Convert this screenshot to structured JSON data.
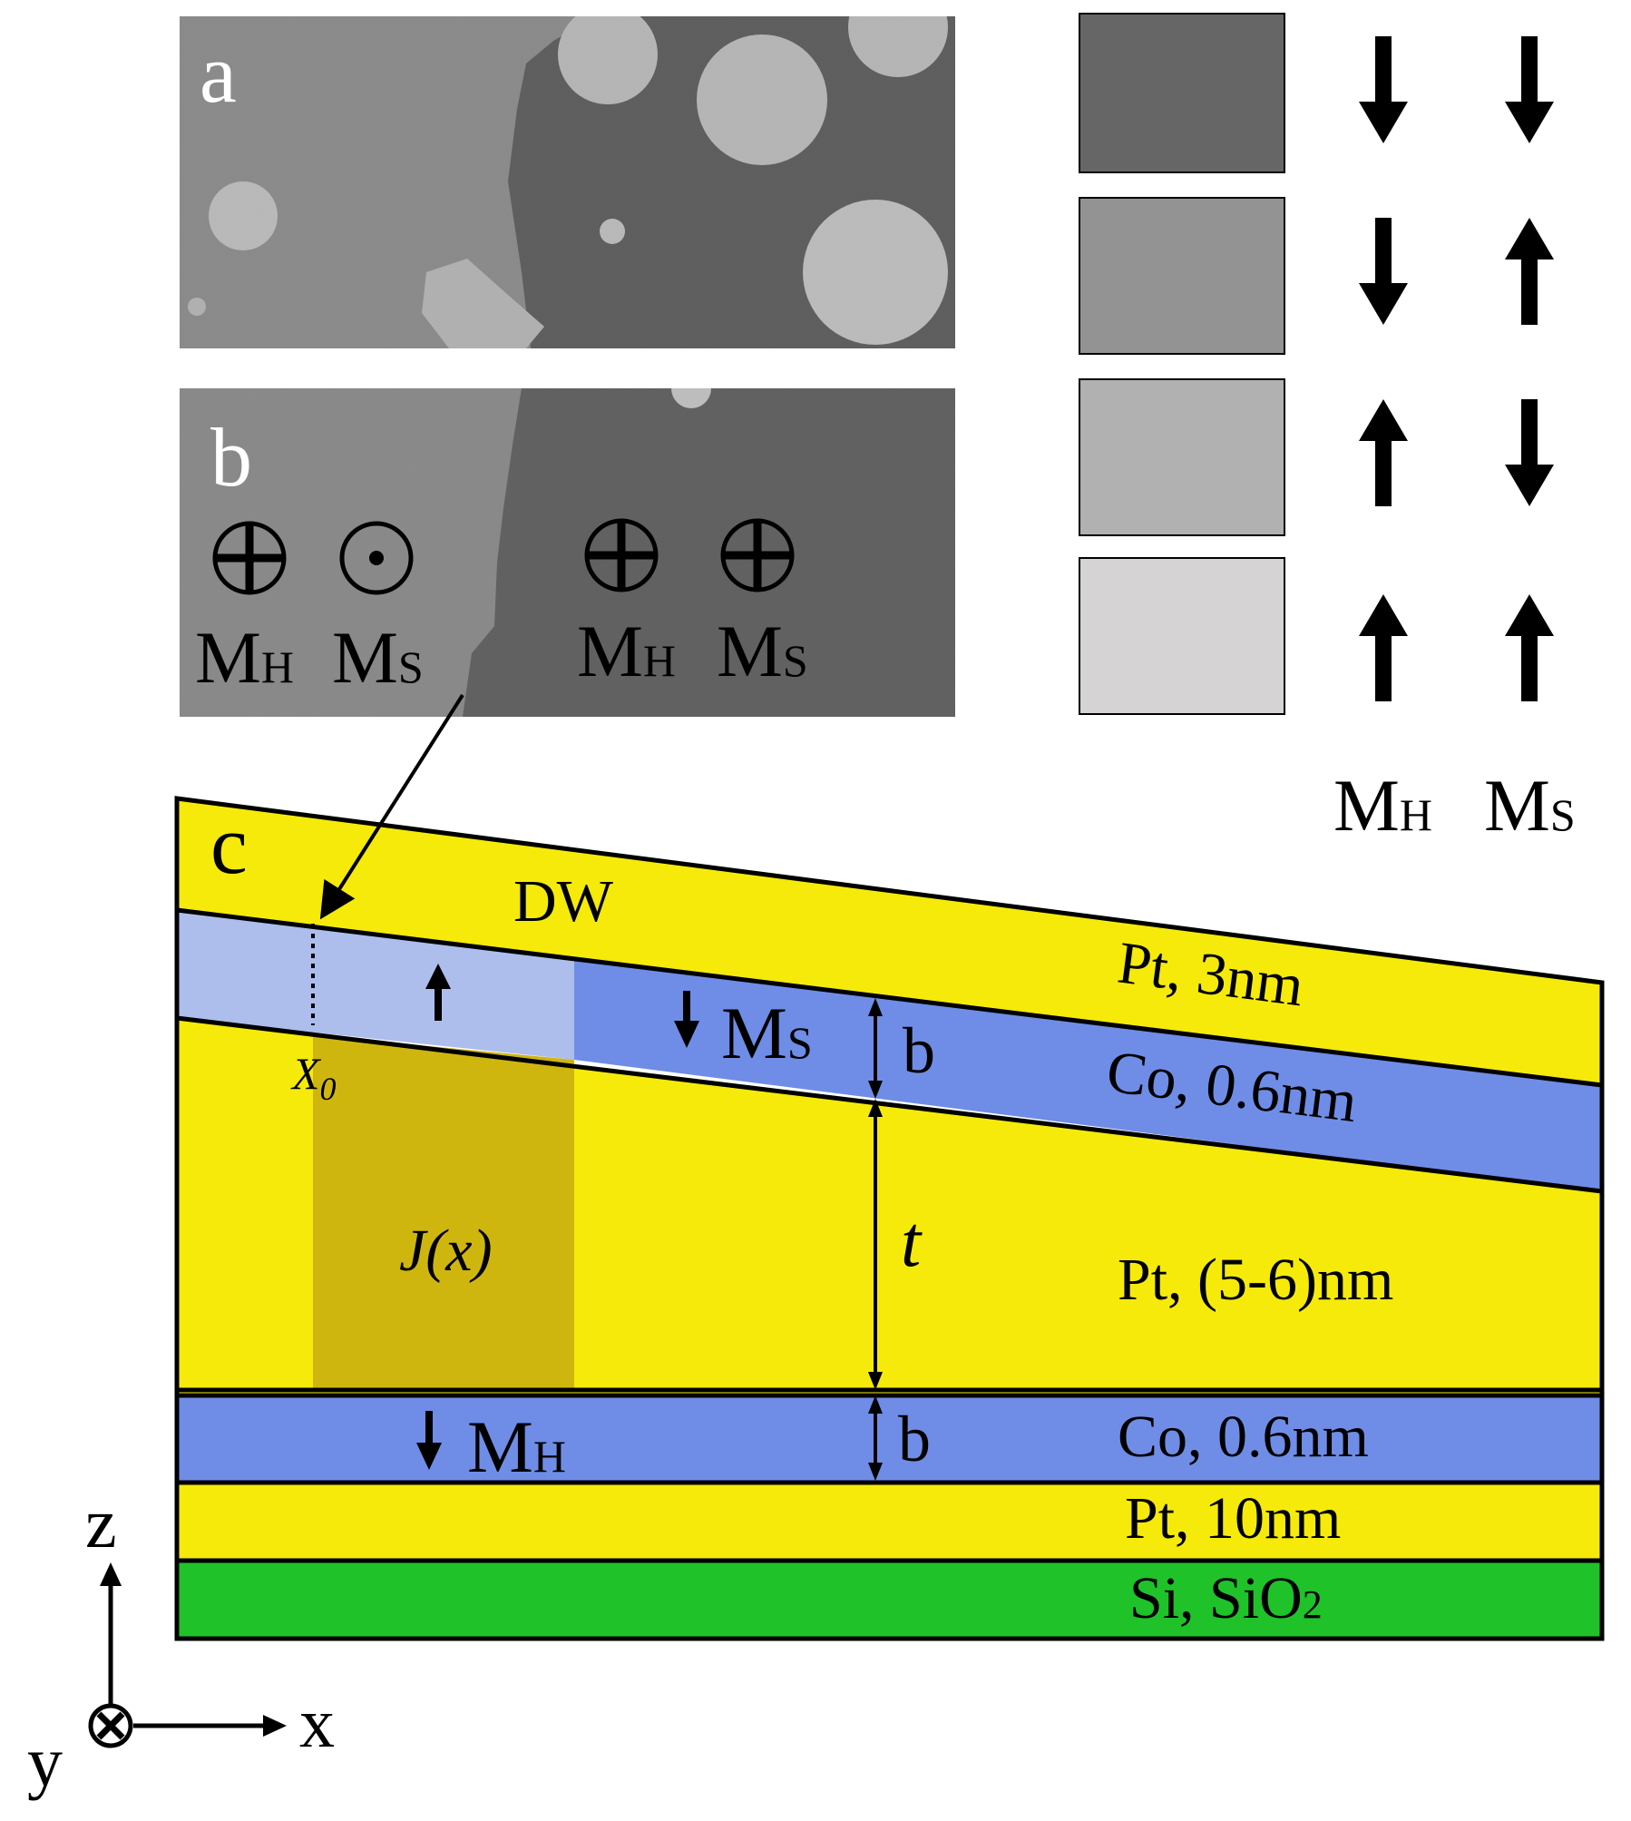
{
  "panels": {
    "a": {
      "label": "a"
    },
    "b": {
      "label": "b",
      "left_pair": {
        "mh_symbol": "cross-in-circle",
        "ms_symbol": "dot-in-circle"
      },
      "right_pair": {
        "mh_symbol": "cross-in-circle",
        "ms_symbol": "cross-in-circle"
      },
      "m_letter": "M",
      "h_sub": "H",
      "s_sub": "S"
    },
    "c": {
      "label": "c"
    }
  },
  "legend": {
    "rows": [
      {
        "shade": "#666666",
        "mh": "down",
        "ms": "down"
      },
      {
        "shade": "#939393",
        "mh": "down",
        "ms": "up"
      },
      {
        "shade": "#b1b1b1",
        "mh": "up",
        "ms": "down"
      },
      {
        "shade": "#d5d3d3",
        "mh": "up",
        "ms": "up"
      }
    ],
    "footer": {
      "m": "M",
      "h_sub": "H",
      "s_sub": "S"
    }
  },
  "stack": {
    "dw_label": "DW",
    "x0_main": "X",
    "x0_sub": "0",
    "j_label": "J(x)",
    "t_label": "t",
    "b_label": "b",
    "ms_m": "M",
    "ms_sub": "S",
    "mh_m": "M",
    "mh_sub": "H",
    "layers": [
      {
        "text": "Pt, 3nm"
      },
      {
        "text": "Co, 0.6nm"
      },
      {
        "text": "Pt, (5-6)nm"
      },
      {
        "text": "Co, 0.6nm"
      },
      {
        "text": "Pt, 10nm"
      },
      {
        "text_main": "Si, SiO",
        "text_sub": "2"
      }
    ],
    "colors": {
      "pt": "#f5ea0a",
      "co": "#6f8de6",
      "co_light": "#adbdec",
      "j_region": "#cfb60f",
      "si": "#1fc229"
    }
  },
  "axes": {
    "z": "z",
    "x": "x",
    "y": "y"
  }
}
